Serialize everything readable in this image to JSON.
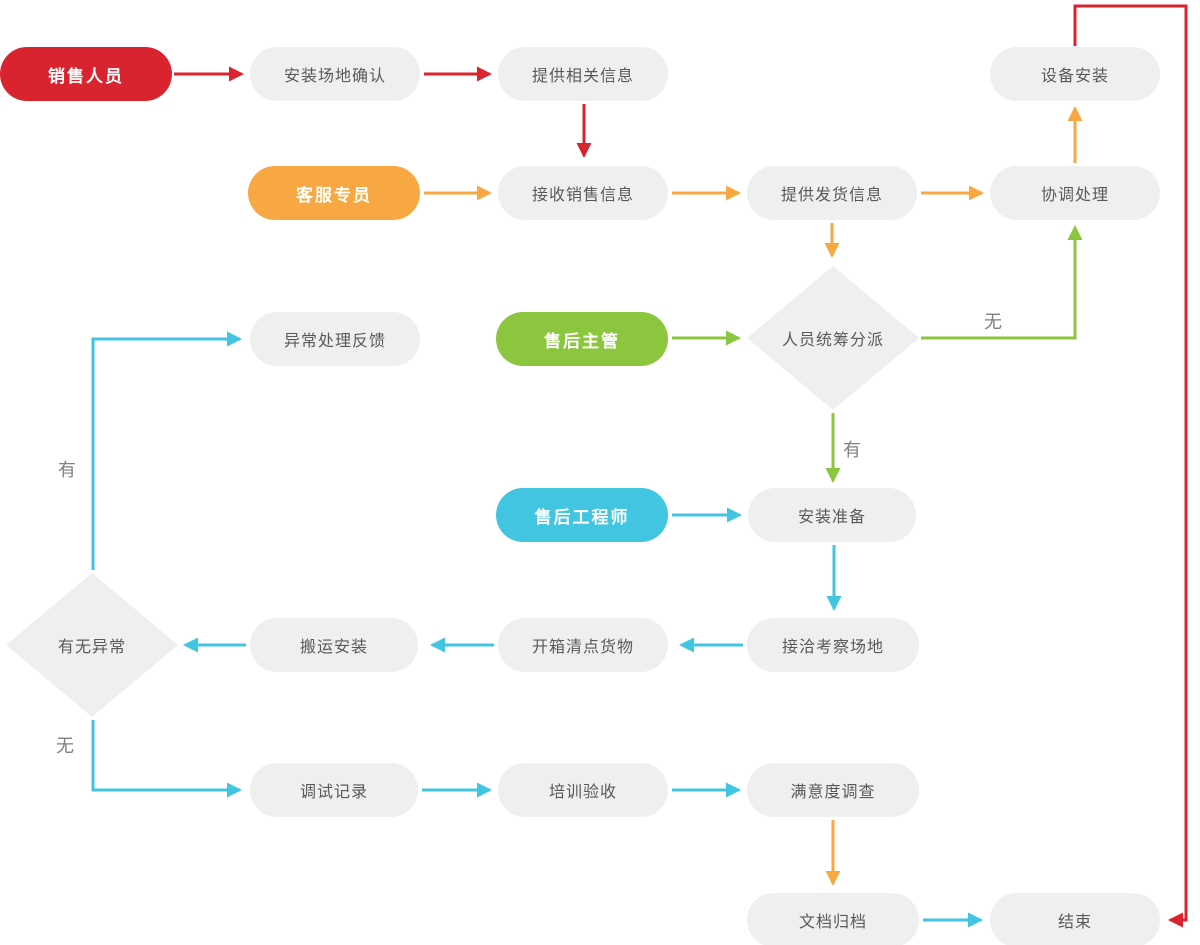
{
  "nodes": {
    "role_sales": "销售人员",
    "site_confirm": "安装场地确认",
    "provide_info": "提供相关信息",
    "equipment_install": "设备安装",
    "role_service": "客服专员",
    "receive_sales_info": "接收销售信息",
    "provide_shipping_info": "提供发货信息",
    "coordinate": "协调处理",
    "exception_feedback": "异常处理反馈",
    "role_aftersales_manager": "售后主管",
    "dispatch_decision": "人员统筹分派",
    "role_engineer": "售后工程师",
    "install_prep": "安装准备",
    "site_visit": "接洽考察场地",
    "unbox_check": "开箱清点货物",
    "move_install": "搬运安装",
    "exception_decision": "有无异常",
    "debug_record": "调试记录",
    "training_accept": "培训验收",
    "satisfaction_survey": "满意度调查",
    "doc_archive": "文档归档",
    "end": "结束"
  },
  "edge_labels": {
    "dispatch_no": "无",
    "dispatch_yes": "有",
    "exception_yes": "有",
    "exception_no": "无"
  },
  "colors": {
    "red": "#D9232E",
    "orange": "#F7A843",
    "green": "#8CC63F",
    "cyan": "#41C5E1",
    "node_bg": "#EFEFEF",
    "node_text": "#595959",
    "label_text": "#808080",
    "role_text": "#FFFFFF"
  }
}
